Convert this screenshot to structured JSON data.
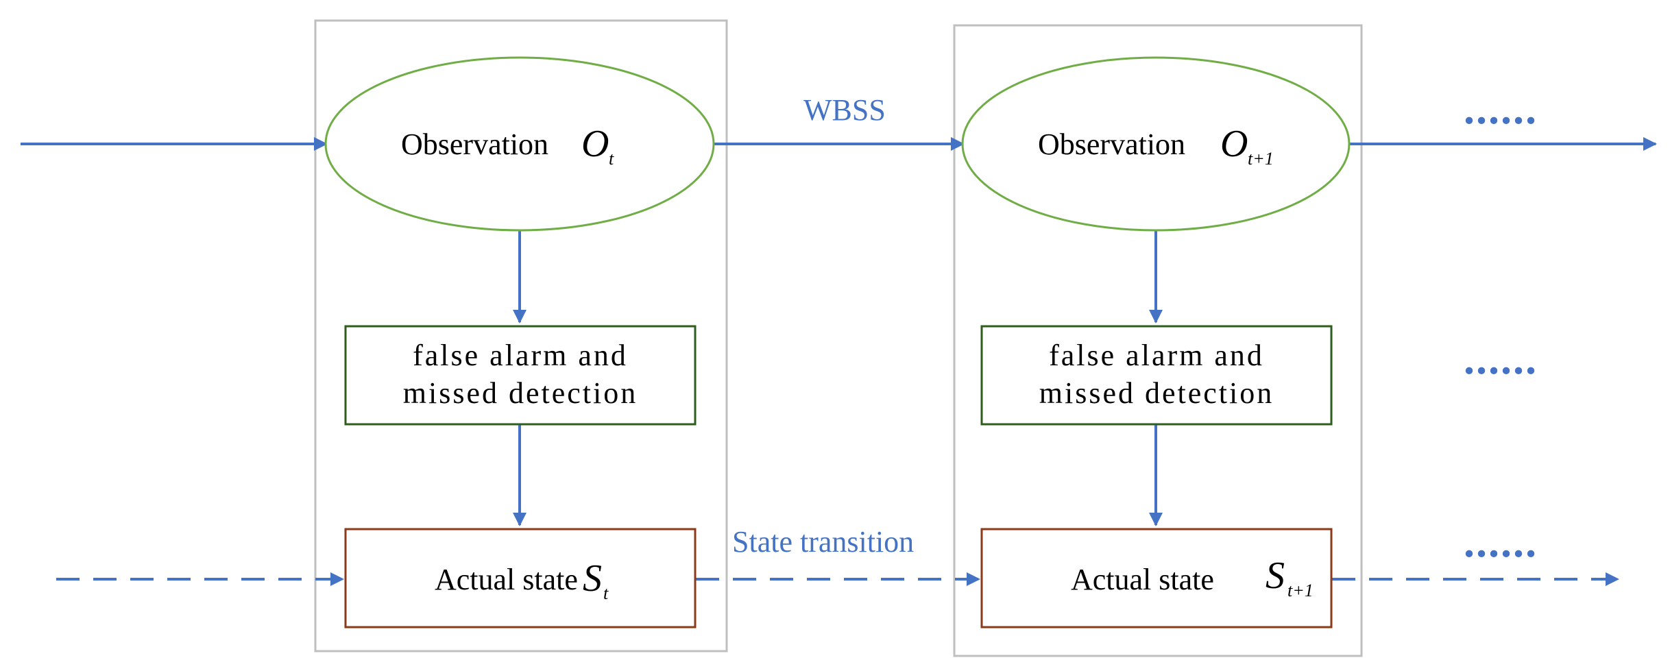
{
  "colors": {
    "arrow": "#4472C4",
    "ellipse_stroke": "#70AD47",
    "detection_box_stroke": "#2E5E1E",
    "state_box_stroke": "#8B3A1A",
    "frame_stroke": "#BFBFBF"
  },
  "labels": {
    "wbss": "WBSS",
    "state_transition": "State transition",
    "ellipsis": "......"
  },
  "slice_t": {
    "observation_text": "Observation",
    "observation_symbol": "O",
    "observation_subscript": "t",
    "detection_line1": "false alarm and",
    "detection_line2": "missed detection",
    "state_text": "Actual state",
    "state_symbol": "S",
    "state_subscript": "t"
  },
  "slice_t1": {
    "observation_text": "Observation",
    "observation_symbol": "O",
    "observation_subscript": "t+1",
    "detection_line1": "false alarm and",
    "detection_line2": "missed detection",
    "state_text": "Actual state",
    "state_symbol": "S",
    "state_subscript": "t+1"
  }
}
